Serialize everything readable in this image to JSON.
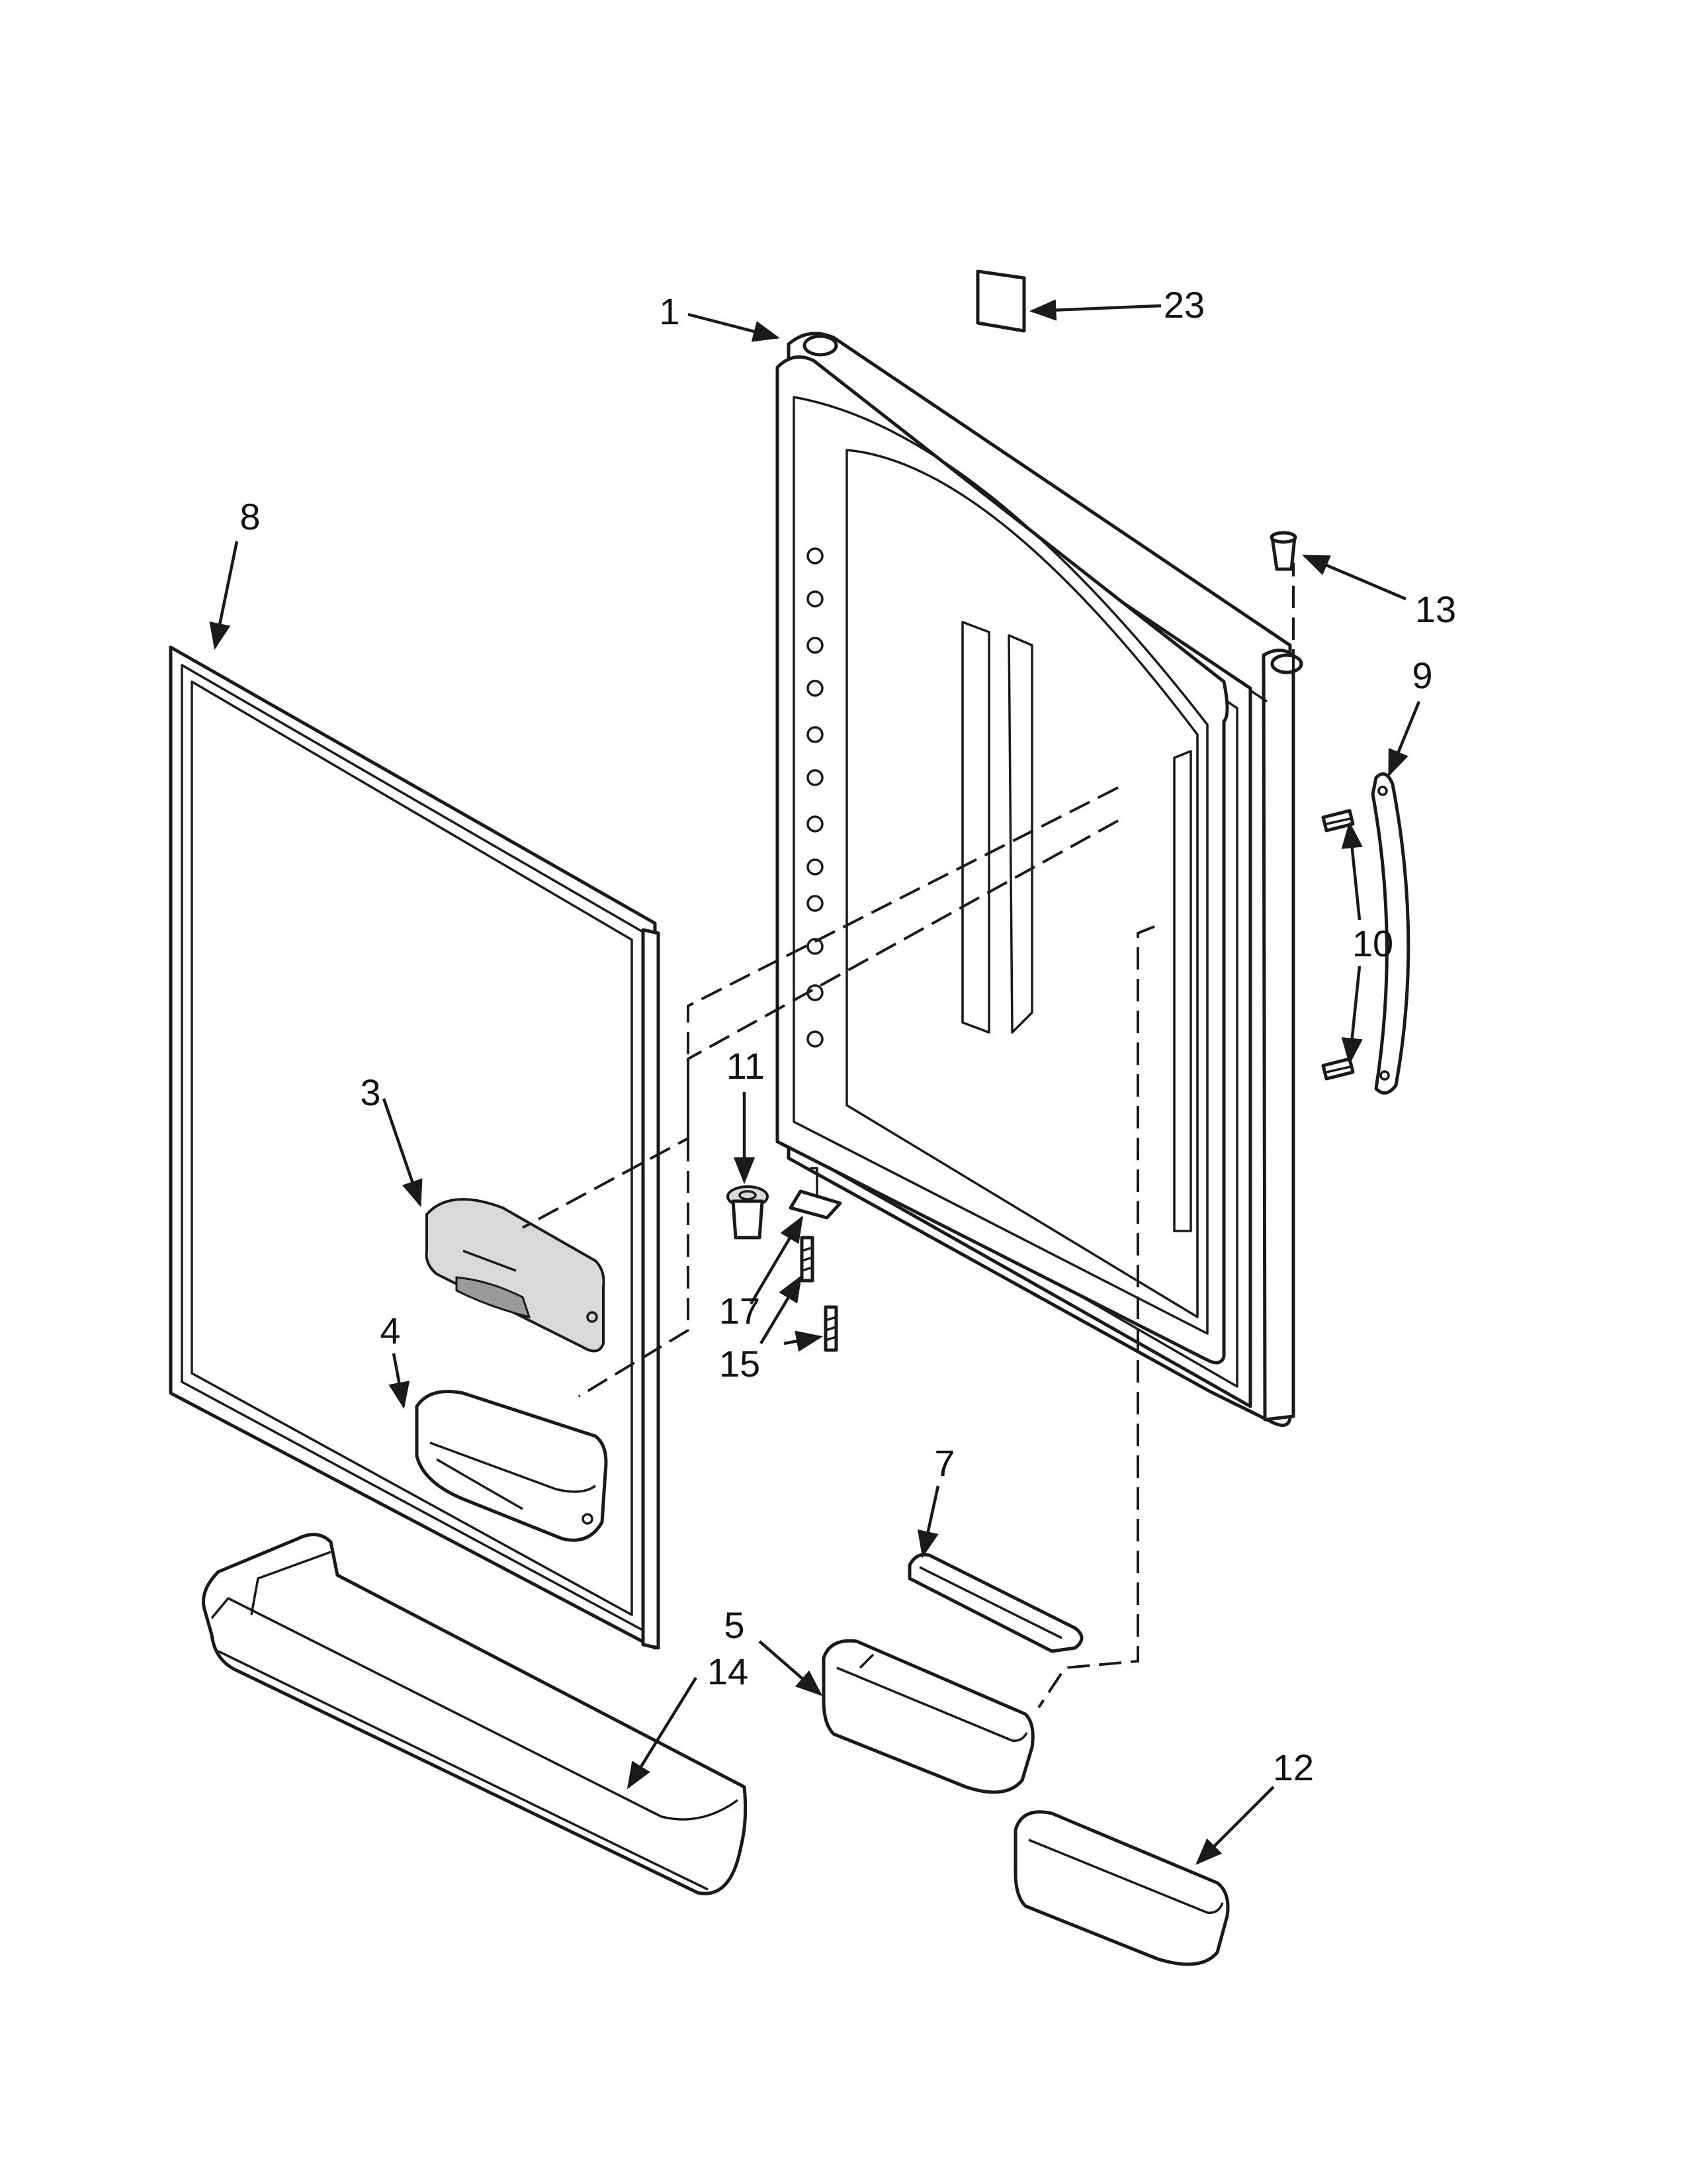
{
  "callouts": [
    {
      "id": "c1",
      "label": "1"
    },
    {
      "id": "c3",
      "label": "3"
    },
    {
      "id": "c4",
      "label": "4"
    },
    {
      "id": "c5",
      "label": "5"
    },
    {
      "id": "c7",
      "label": "7"
    },
    {
      "id": "c8",
      "label": "8"
    },
    {
      "id": "c9",
      "label": "9"
    },
    {
      "id": "c10",
      "label": "10"
    },
    {
      "id": "c11",
      "label": "11"
    },
    {
      "id": "c12",
      "label": "12"
    },
    {
      "id": "c13",
      "label": "13"
    },
    {
      "id": "c14",
      "label": "14"
    },
    {
      "id": "c15",
      "label": "15"
    },
    {
      "id": "c17",
      "label": "17"
    },
    {
      "id": "c23",
      "label": "23"
    }
  ],
  "colors": {
    "line": "#1a1a1a",
    "background": "#ffffff",
    "shade": "#d9d9d9"
  }
}
